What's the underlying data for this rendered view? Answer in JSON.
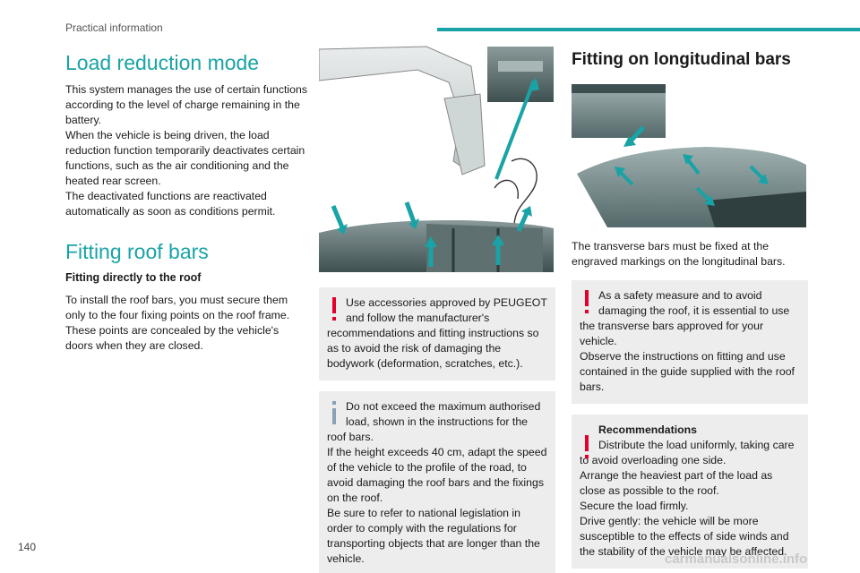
{
  "header": {
    "section_title": "Practical information"
  },
  "page_number": "140",
  "watermark": "carmanualsonline.info",
  "colors": {
    "accent": "#1aa3a6",
    "warning": "#e4002b",
    "info": "#8aa0b5",
    "panel": "#ededed"
  },
  "column1": {
    "load_title": "Load reduction mode",
    "load_text_1": "This system manages the use of certain functions according to the level of charge remaining in the battery.",
    "load_text_2": "When the vehicle is being driven, the load reduction function temporarily deactivates certain functions, such as the air conditioning and the heated rear screen.",
    "load_text_3": "The deactivated functions are reactivated automatically as soon as conditions permit.",
    "roof_title": "Fitting roof bars",
    "roof_subtitle": "Fitting directly to the roof",
    "roof_text": "To install the roof bars, you must secure them only to the four fixing points on the roof frame. These points are concealed by the vehicle's doors when they are closed."
  },
  "column2": {
    "warning_first": "Use accessories approved by PEUGEOT and follow the manufacturer's",
    "warning_rest": "recommendations and fitting instructions so as to avoid the risk of damaging the bodywork (deformation, scratches, etc.).",
    "info_first": "Do not exceed the maximum authorised load, shown in the instructions for the",
    "info_rest": "roof bars.\nIf the height exceeds 40 cm, adapt the speed of the vehicle to the profile of the road, to avoid damaging the roof bars and the fixings on the roof.\nBe sure to refer to national legislation in order to comply with the regulations for transporting objects that are longer than the vehicle."
  },
  "column3": {
    "title": "Fitting on longitudinal bars",
    "text": "The transverse bars must be fixed at the engraved markings on the longitudinal bars.",
    "safety_first": "As a safety measure and to avoid damaging the roof, it is essential to use",
    "safety_rest": "the transverse bars approved for your vehicle.\nObserve the instructions on fitting and use contained in the guide supplied with the roof bars.",
    "rec_title": "Recommendations",
    "rec_first": "Distribute the load uniformly, taking care",
    "rec_rest": "to avoid overloading one side.\nArrange the heaviest part of the load as close as possible to the roof.\nSecure the load firmly.\nDrive gently: the vehicle will be more susceptible to the effects of side winds and the stability of the vehicle may be affected."
  },
  "icons": {
    "warning": "exclamation-icon",
    "info": "info-icon"
  }
}
